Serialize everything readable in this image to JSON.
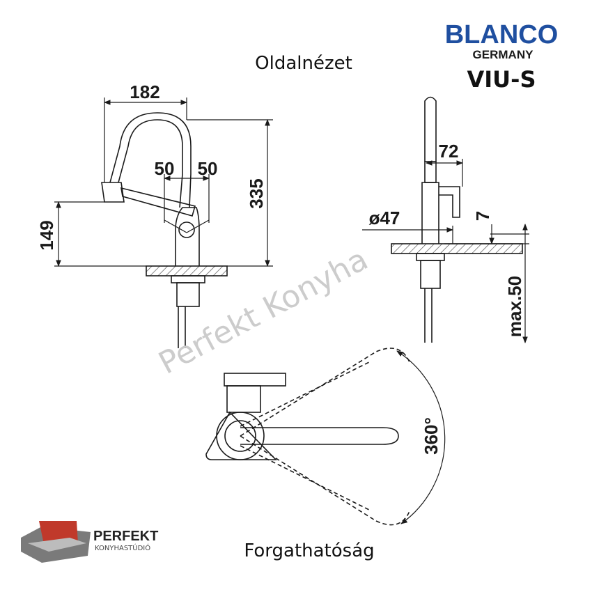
{
  "brand": {
    "name": "BLANCO",
    "country": "GERMANY",
    "model": "VIU-S"
  },
  "captions": {
    "side_view": "Oldalnézet",
    "rotation": "Forgathatóság"
  },
  "dimensions": {
    "reach": "182",
    "offset_left": "50",
    "offset_right": "50",
    "height": "335",
    "spout_height": "149",
    "handle_depth": "72",
    "base_diameter": "ø47",
    "base_step": "7",
    "max_deck": "max.50",
    "rotation_angle": "360°"
  },
  "watermark": "Perfekt Konyha",
  "logo": {
    "name": "PERFEKT",
    "tagline": "KONYHASTÚDIÓ"
  },
  "colors": {
    "brand_blue": "#1f4fa0",
    "logo_red": "#c0392b",
    "line": "#1a1a1a"
  }
}
